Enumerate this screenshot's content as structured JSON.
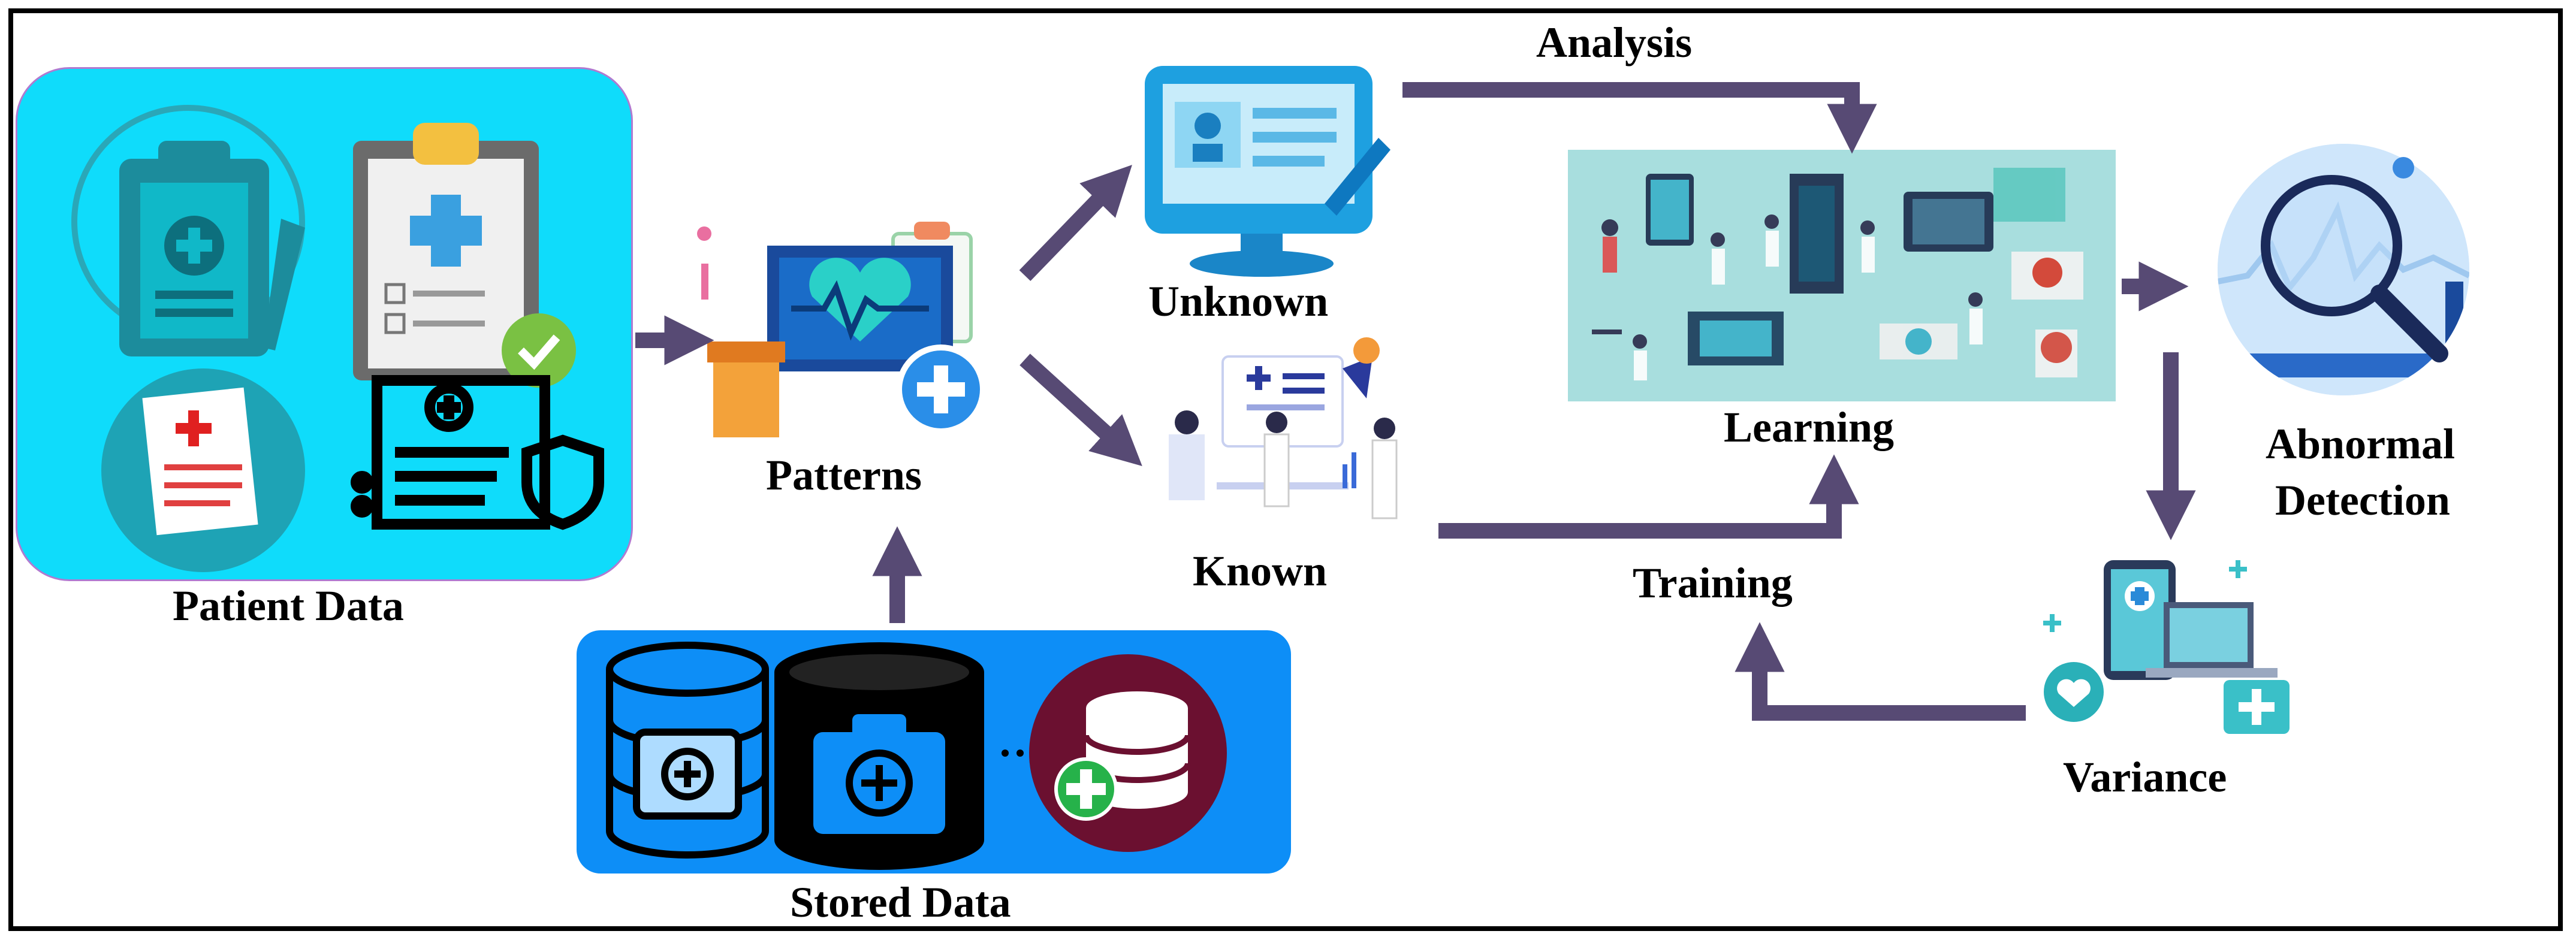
{
  "labels": {
    "patient_data": "Patient Data",
    "patterns": "Patterns",
    "stored_data": "Stored Data",
    "unknown": "Unknown",
    "known": "Known",
    "analysis": "Analysis",
    "learning": "Learning",
    "training": "Training",
    "abnormal_line1": "Abnormal",
    "abnormal_line2": "Detection",
    "variance": "Variance"
  },
  "colors": {
    "arrow": "#574a74",
    "patient_panel": "#0fdcfb",
    "stored_panel": "#0d8ef7",
    "learning_bg": "#a8dede"
  }
}
